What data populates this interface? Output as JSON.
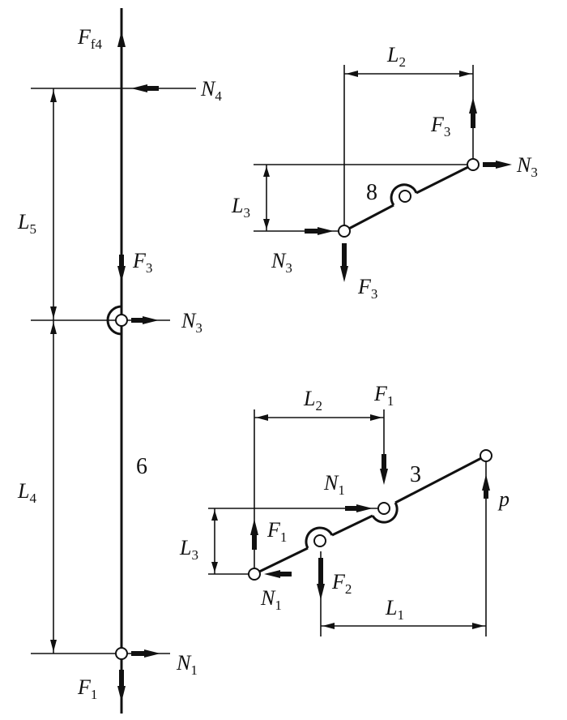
{
  "labels": {
    "Ff4": {
      "main": "F",
      "sub": "f4"
    },
    "N4": {
      "main": "N",
      "sub": "4"
    },
    "L5": {
      "main": "L",
      "sub": "5"
    },
    "F3_rod": {
      "main": "F",
      "sub": "3"
    },
    "N3_rod": {
      "main": "N",
      "sub": "3"
    },
    "L4": {
      "main": "L",
      "sub": "4"
    },
    "N1_rod": {
      "main": "N",
      "sub": "1"
    },
    "F1_rod": {
      "main": "F",
      "sub": "1"
    },
    "L2_top": {
      "main": "L",
      "sub": "2"
    },
    "F3_top": {
      "main": "F",
      "sub": "3"
    },
    "N3_right": {
      "main": "N",
      "sub": "3"
    },
    "L3_top": {
      "main": "L",
      "sub": "3"
    },
    "N3_left": {
      "main": "N",
      "sub": "3"
    },
    "F3_down": {
      "main": "F",
      "sub": "3"
    },
    "L2_bot": {
      "main": "L",
      "sub": "2"
    },
    "F1_top": {
      "main": "F",
      "sub": "1"
    },
    "N1_mid": {
      "main": "N",
      "sub": "1"
    },
    "L3_bot": {
      "main": "L",
      "sub": "3"
    },
    "F1_left": {
      "main": "F",
      "sub": "1"
    },
    "N1_bot": {
      "main": "N",
      "sub": "1"
    },
    "F2": {
      "main": "F",
      "sub": "2"
    },
    "L1": {
      "main": "L",
      "sub": "1"
    },
    "p": {
      "main": "p",
      "sub": ""
    }
  },
  "part_numbers": {
    "rod": "6",
    "lever_top": "8",
    "lever_bottom": "3"
  }
}
